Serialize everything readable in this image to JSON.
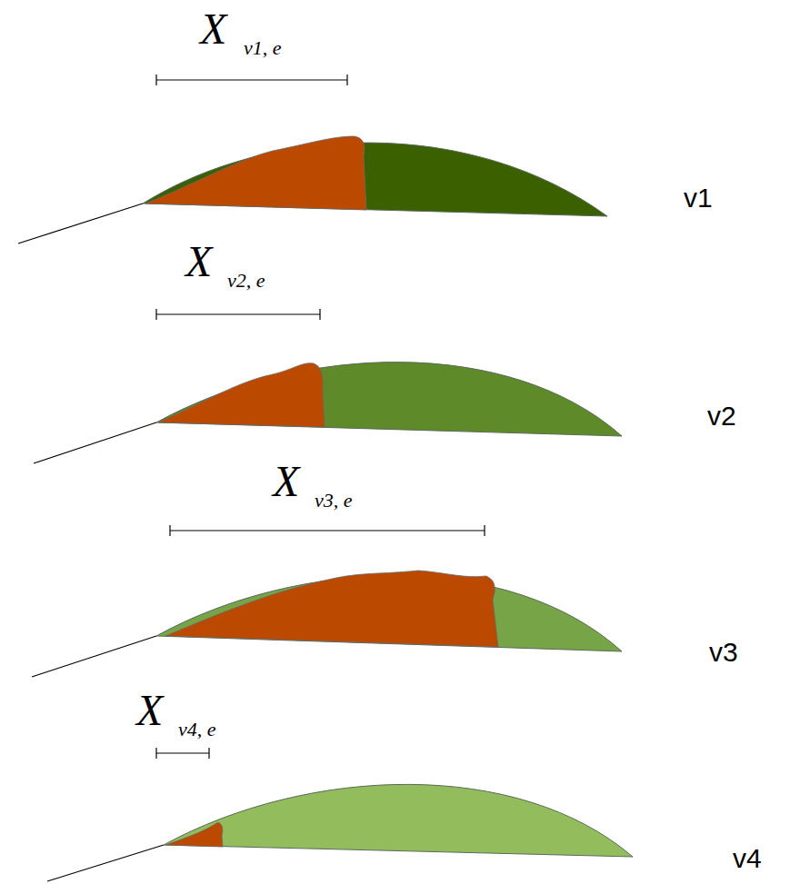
{
  "diagram": {
    "labels": [
      "X",
      "v1, e",
      "v1",
      "X",
      "v2, e",
      "v2",
      "X",
      "v3, e",
      "v3",
      "X",
      "v4, e",
      "v4"
    ]
  }
}
